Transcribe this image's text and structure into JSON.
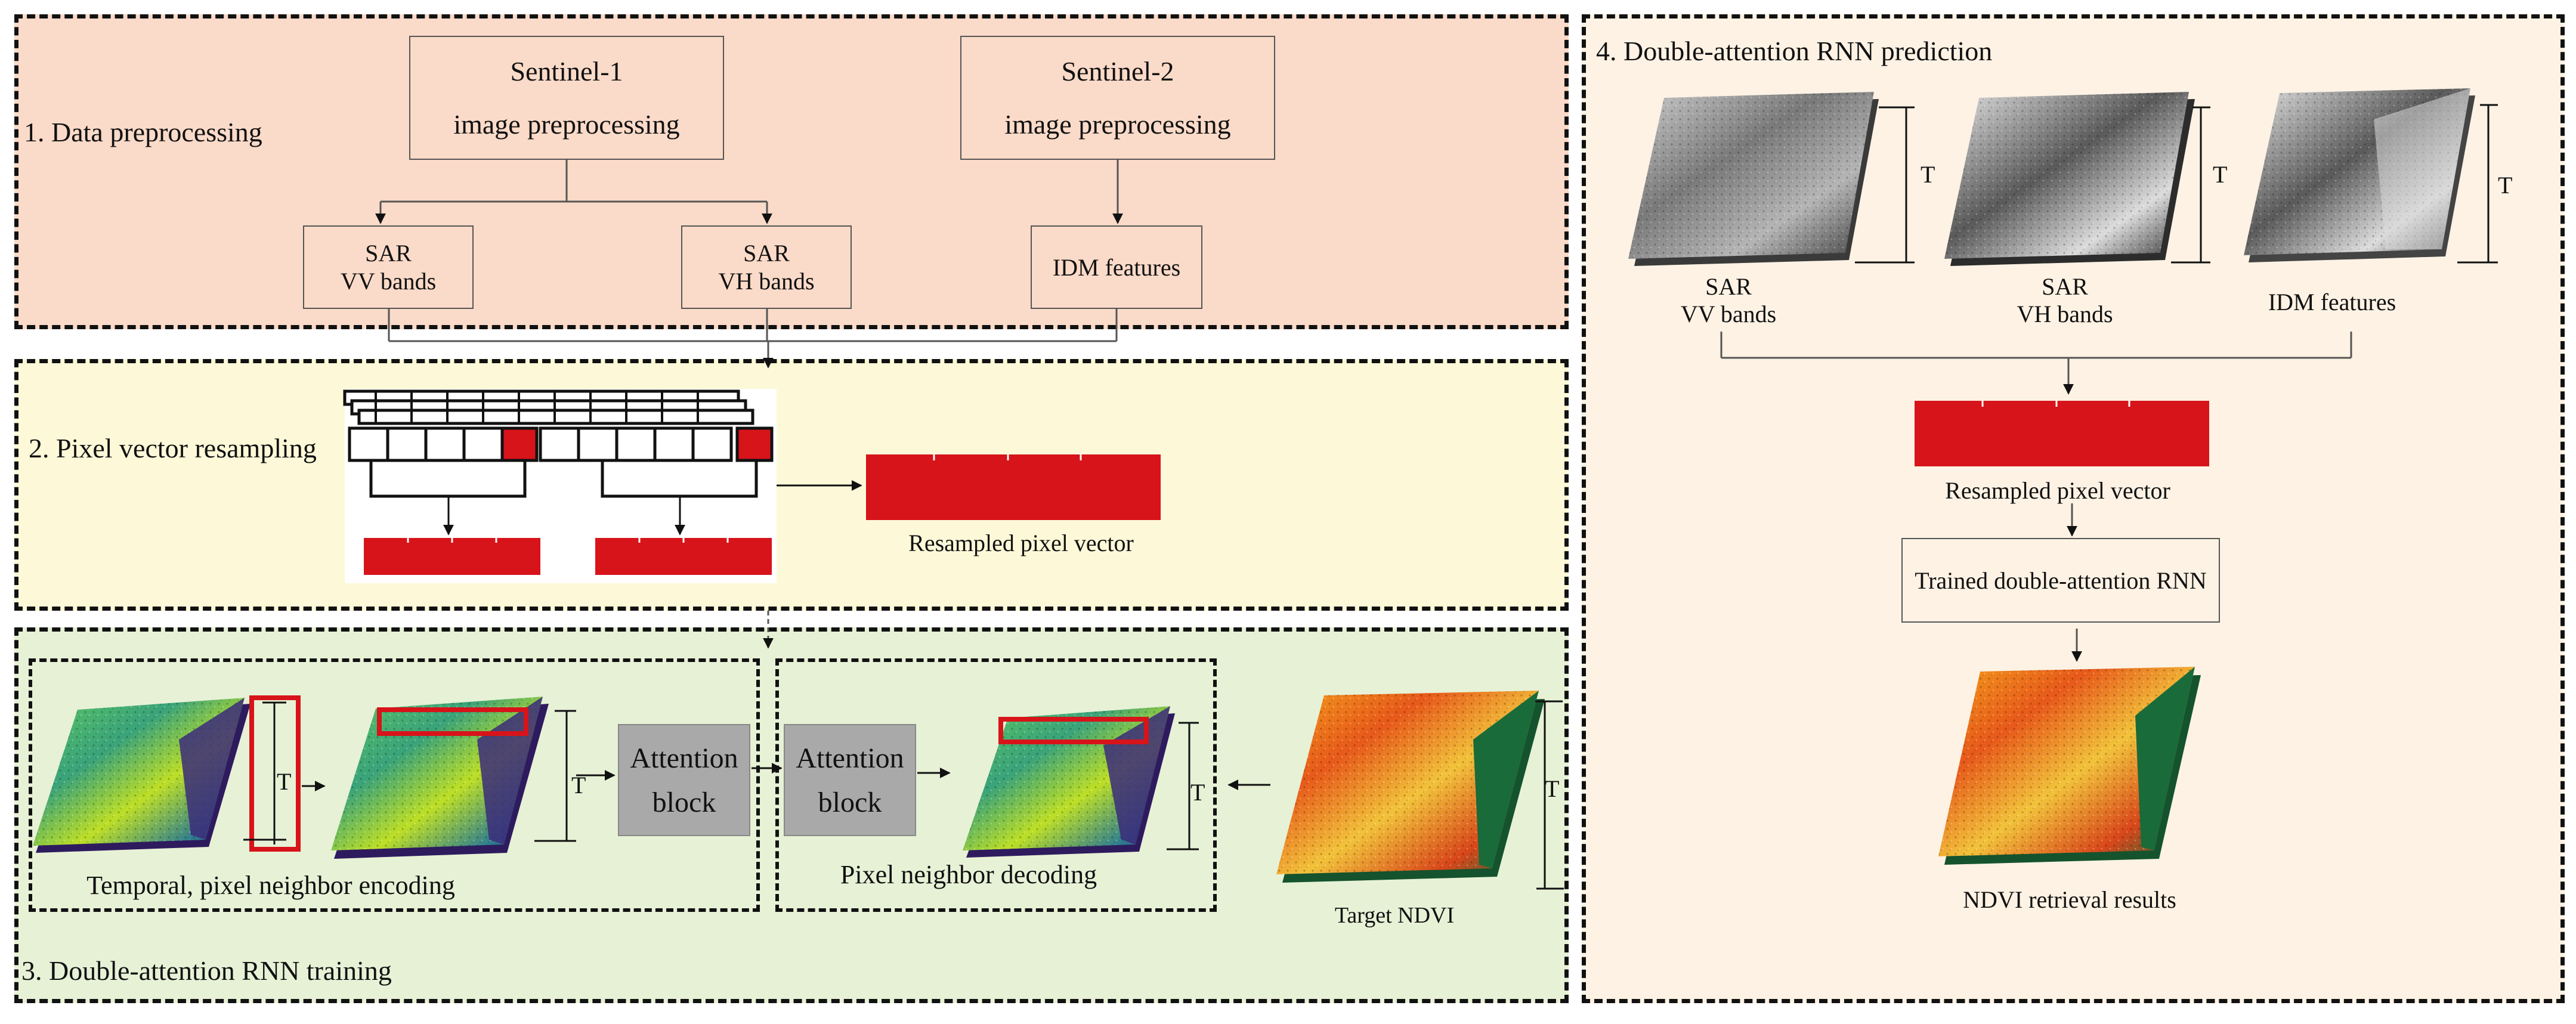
{
  "panel1": {
    "title": "1. Data preprocessing",
    "sentinel1": {
      "line1": "Sentinel-1",
      "line2": "image preprocessing"
    },
    "sentinel2": {
      "line1": "Sentinel-2",
      "line2": "image preprocessing"
    },
    "sar_vv": {
      "line1": "SAR",
      "line2": "VV bands"
    },
    "sar_vh": {
      "line1": "SAR",
      "line2": "VH bands"
    },
    "idm": "IDM features"
  },
  "panel2": {
    "title": "2. Pixel vector resampling",
    "resampled_label": "Resampled pixel vector"
  },
  "panel3": {
    "title": "3. Double-attention RNN training",
    "encoding_label": "Temporal, pixel neighbor encoding",
    "decoding_label": "Pixel neighbor decoding",
    "attention1": {
      "line1": "Attention",
      "line2": "block"
    },
    "attention2": {
      "line1": "Attention",
      "line2": "block"
    },
    "target_label": "Target NDVI",
    "t_label": "T"
  },
  "panel4": {
    "title": "4. Double-attention RNN prediction",
    "sar_vv": {
      "line1": "SAR",
      "line2": "VV bands"
    },
    "sar_vh": {
      "line1": "SAR",
      "line2": "VH bands"
    },
    "idm": "IDM features",
    "resampled_label": "Resampled pixel vector",
    "trained_label": "Trained double-attention RNN",
    "results_label": "NDVI retrieval results",
    "t_label": "T"
  },
  "colors": {
    "panel1_bg": "#fadac8",
    "panel2_bg": "#fdf9d8",
    "panel3_bg": "#e7f1d6",
    "panel4_bg": "#fdf2e4",
    "vector_red": "#d7141a",
    "attention_grey": "#a9a9a9"
  }
}
